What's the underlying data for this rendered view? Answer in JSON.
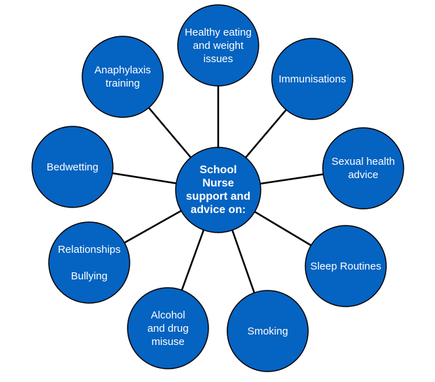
{
  "colors": {
    "node_fill": "#0563c1",
    "node_stroke": "#000000",
    "text": "#ffffff",
    "connector": "#000000"
  },
  "center": {
    "lines": [
      "School",
      "Nurse",
      "support and",
      "advice on:"
    ]
  },
  "topics": [
    {
      "id": "healthy-eating",
      "lines": [
        "Healthy eating",
        "and weight",
        "issues"
      ]
    },
    {
      "id": "immunisations",
      "lines": [
        "Immunisations"
      ]
    },
    {
      "id": "sexual-health",
      "lines": [
        "Sexual health",
        "advice"
      ]
    },
    {
      "id": "sleep-routines",
      "lines": [
        "Sleep Routines"
      ]
    },
    {
      "id": "smoking",
      "lines": [
        "Smoking"
      ]
    },
    {
      "id": "alcohol-drug",
      "lines": [
        "Alcohol",
        "and drug",
        "misuse"
      ]
    },
    {
      "id": "relationships-bullying",
      "lines": [
        "Relationships",
        "",
        "Bullying"
      ]
    },
    {
      "id": "bedwetting",
      "lines": [
        "Bedwetting"
      ]
    },
    {
      "id": "anaphylaxis",
      "lines": [
        "Anaphylaxis",
        "training"
      ]
    }
  ]
}
